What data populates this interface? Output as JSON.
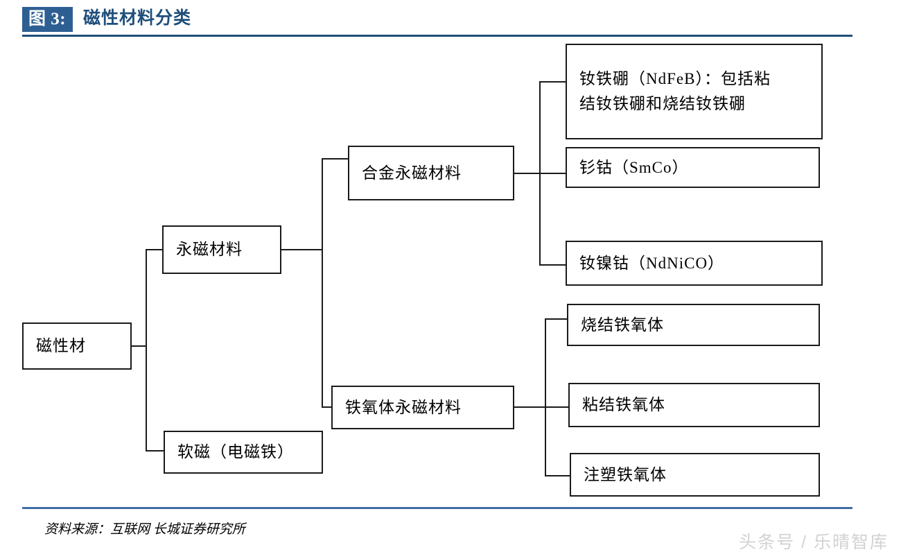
{
  "header": {
    "figure_tag": "图 3:",
    "title": "磁性材料分类",
    "tag_bg_color": "#2e5f93",
    "title_color": "#1f4e79",
    "rule_color": "#1f4e79"
  },
  "footer": {
    "source": "资料来源：互联网 长城证券研究所",
    "watermark": "头条号 / 乐晴智库",
    "rule_color": "#3f6fa5",
    "watermark_color": "#d2d2d2"
  },
  "chart_data": {
    "type": "diagram",
    "diagram_kind": "tree",
    "title": "磁性材料分类",
    "orientation": "left-to-right",
    "nodes": [
      {
        "id": "root",
        "label": "磁性材",
        "level": 0
      },
      {
        "id": "permanent",
        "label": "永磁材料",
        "level": 1,
        "parent": "root"
      },
      {
        "id": "soft",
        "label": "软磁（电磁铁）",
        "level": 1,
        "parent": "root"
      },
      {
        "id": "alloy",
        "label": "合金永磁材料",
        "level": 2,
        "parent": "permanent"
      },
      {
        "id": "ferrite",
        "label": "铁氧体永磁材料",
        "level": 2,
        "parent": "permanent"
      },
      {
        "id": "ndfeb",
        "label": "钕铁硼（NdFeB）：包括粘\n结钕铁硼和烧结钕铁硼",
        "level": 3,
        "parent": "alloy"
      },
      {
        "id": "smco",
        "label": "钐钴（SmCo）",
        "level": 3,
        "parent": "alloy"
      },
      {
        "id": "ndnico",
        "label": "钕镍钴（NdNiCO）",
        "level": 3,
        "parent": "alloy"
      },
      {
        "id": "sintered-ferrite",
        "label": "烧结铁氧体",
        "level": 3,
        "parent": "ferrite"
      },
      {
        "id": "bonded-ferrite",
        "label": "粘结铁氧体",
        "level": 3,
        "parent": "ferrite"
      },
      {
        "id": "injection-ferrite",
        "label": "注塑铁氧体",
        "level": 3,
        "parent": "ferrite"
      }
    ],
    "edges": [
      {
        "from": "root",
        "to": "permanent"
      },
      {
        "from": "root",
        "to": "soft"
      },
      {
        "from": "permanent",
        "to": "alloy"
      },
      {
        "from": "permanent",
        "to": "ferrite"
      },
      {
        "from": "alloy",
        "to": "ndfeb"
      },
      {
        "from": "alloy",
        "to": "smco"
      },
      {
        "from": "alloy",
        "to": "ndnico"
      },
      {
        "from": "ferrite",
        "to": "sintered-ferrite"
      },
      {
        "from": "ferrite",
        "to": "bonded-ferrite"
      },
      {
        "from": "ferrite",
        "to": "injection-ferrite"
      }
    ],
    "node_border_color": "#1a1a1a",
    "node_fill_color": "#ffffff",
    "connector_color": "#1a1a1a"
  }
}
